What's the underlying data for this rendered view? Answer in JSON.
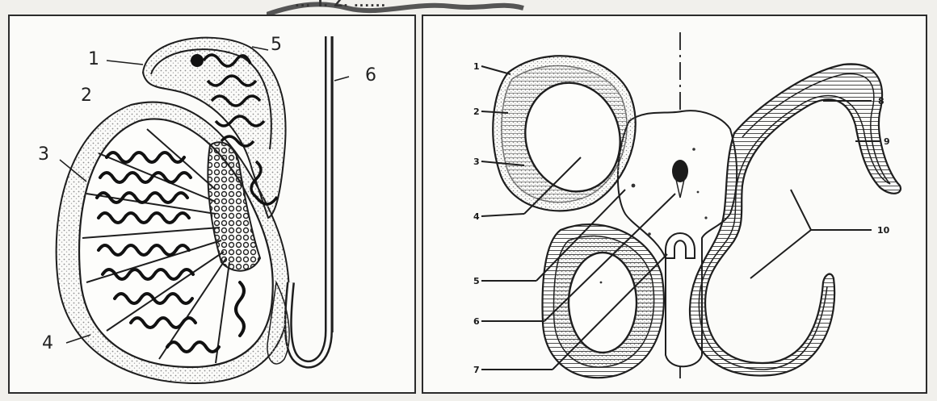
{
  "top_caption": "... T. Z. ......",
  "left_diagram": {
    "labels": [
      "1",
      "2",
      "3",
      "4",
      "5",
      "6"
    ]
  },
  "right_diagram": {
    "labels": [
      "1",
      "2",
      "3",
      "4",
      "5",
      "6",
      "7",
      "8",
      "9",
      "10"
    ]
  },
  "colors": {
    "ink": "#1e1e1e",
    "paper": "#fbfbf9",
    "stipple": "#9a9a9a"
  }
}
